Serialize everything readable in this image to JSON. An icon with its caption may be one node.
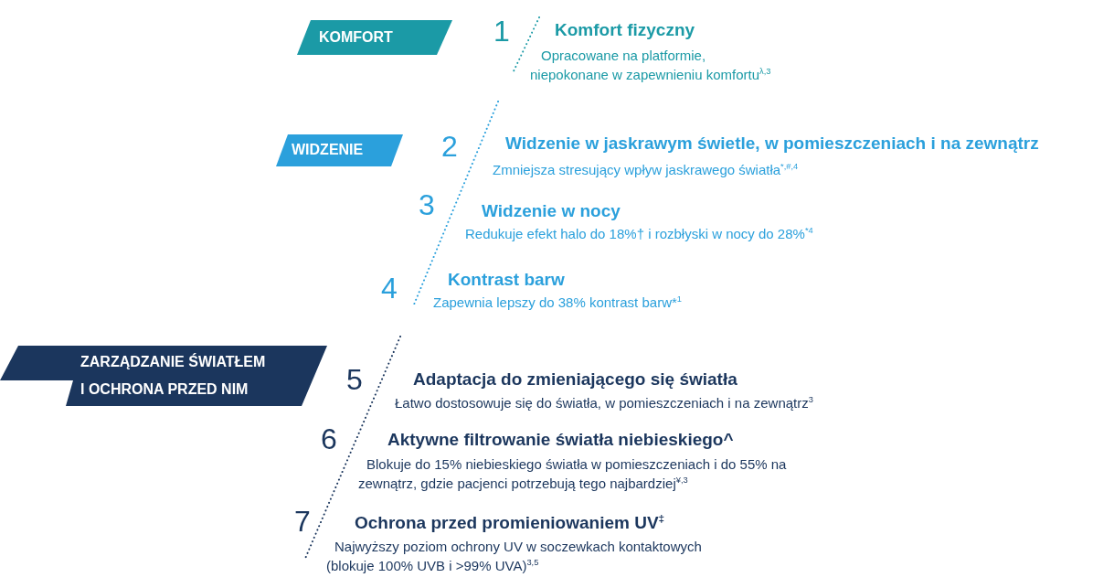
{
  "diagram": {
    "nodes": [
      {
        "text": [
          "KOMFORT"
        ]
      },
      {
        "text": [
          "WIDZENIE"
        ]
      },
      {
        "text": [
          "ZARZĄDZANIE ŚWIATŁEM I OCHRONA PRZED NIM"
        ]
      }
    ],
    "labels": [
      "1",
      "Komfort fizyczny",
      "Opracowane na platformie, niepokonane w zapewnieniu komfortu$^{λ,3}$",
      "2",
      "Widzenie w jaskrawym świetle, w pomieszczeniach i na zewnątrz",
      "Zmniejsza stresujący wpływ jaskrawego światła$^{*,#,4}$",
      "3",
      "Widzenie w nocy",
      "Redukuje efekt halo do 18%† i rozbłyski w nocy do 28%$^{*4}$",
      "4",
      "Kontrast barw",
      "Zapewnia lepszy do 38% kontrast barw*$^{1}$",
      "5",
      "Adaptacja do zmieniającego się światła",
      "Łatwo dostosowuje się do światła, w pomieszczeniach i na zewnątrz$^{3}$",
      "6",
      "Aktywne filtrowanie światła niebieskiego^",
      "Blokuje do 15% niebieskiego światła w pomieszczeniach i do 55% na zewnątrz, gdzie pacjenci potrzebują tego najbardziej$^{¥,3}$",
      "7",
      "Ochrona przed promieniowaniem UV$^{‡}$",
      "Najwyższy poziom ochrony UV w soczewkach kontaktowych (blokuje 100% UVB i >99% UVA)$^{3,5}$"
    ]
  }
}
